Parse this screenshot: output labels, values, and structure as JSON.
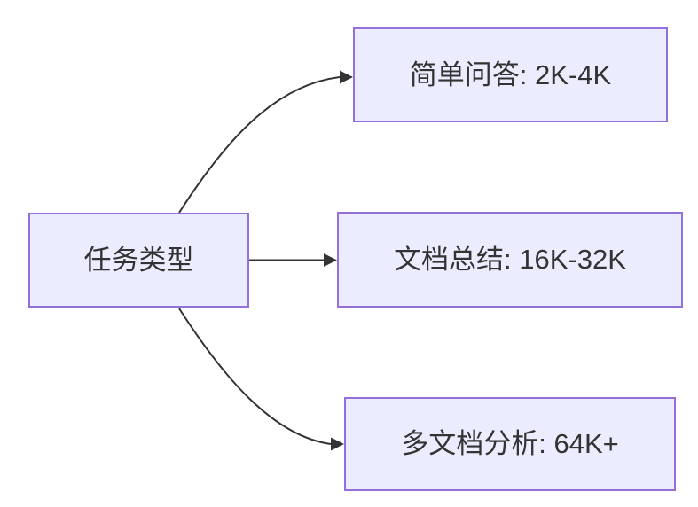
{
  "diagram": {
    "type": "flowchart-left-to-right",
    "root": {
      "label": "任务类型"
    },
    "children": [
      {
        "label": "简单问答: 2K-4K"
      },
      {
        "label": "文档总结: 16K-32K"
      },
      {
        "label": "多文档分析: 64K+"
      }
    ],
    "colors": {
      "node_fill": "#ECECFF",
      "node_border": "#9370DB",
      "edge": "#333333",
      "text": "#333333",
      "background": "#FFFFFF"
    }
  }
}
